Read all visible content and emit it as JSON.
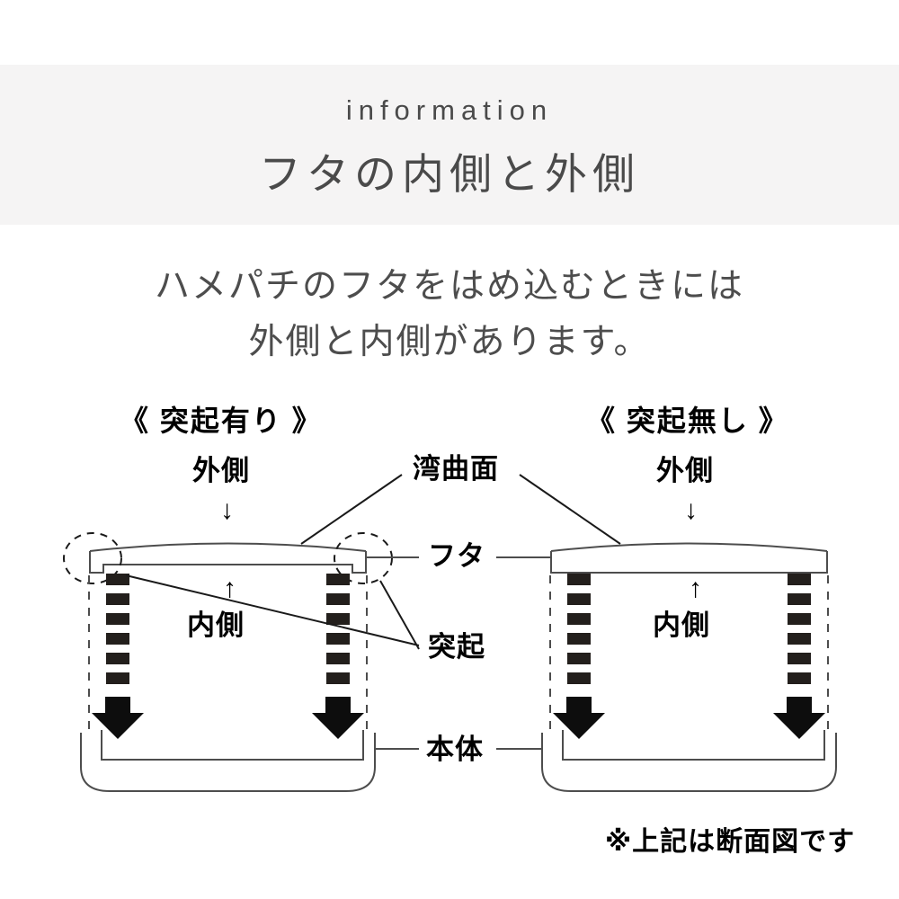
{
  "header": {
    "eyebrow": "information",
    "title": "フタの内側と外側",
    "band_color": "#f5f4f4"
  },
  "lead": {
    "line1": "ハメパチのフタをはめ込むときには",
    "line2": "外側と内側があります。"
  },
  "diagram": {
    "left": {
      "section_label": "《 突起有り 》",
      "outer_label": "外側",
      "outer_arrow": "↓",
      "inner_label": "内側",
      "inner_arrow": "↑"
    },
    "right": {
      "section_label": "《 突起無し 》",
      "outer_label": "外側",
      "outer_arrow": "↓",
      "inner_label": "内側",
      "inner_arrow": "↑"
    },
    "center": {
      "curved_surface_label": "湾曲面",
      "lid_label": "フタ",
      "tab_label": "突起",
      "body_label": "本体"
    },
    "colors": {
      "line": "#1a1a1a",
      "stroke_thin": "#4d4d4d",
      "text": "#000000"
    }
  },
  "footer": {
    "note": "※上記は断面図です"
  }
}
